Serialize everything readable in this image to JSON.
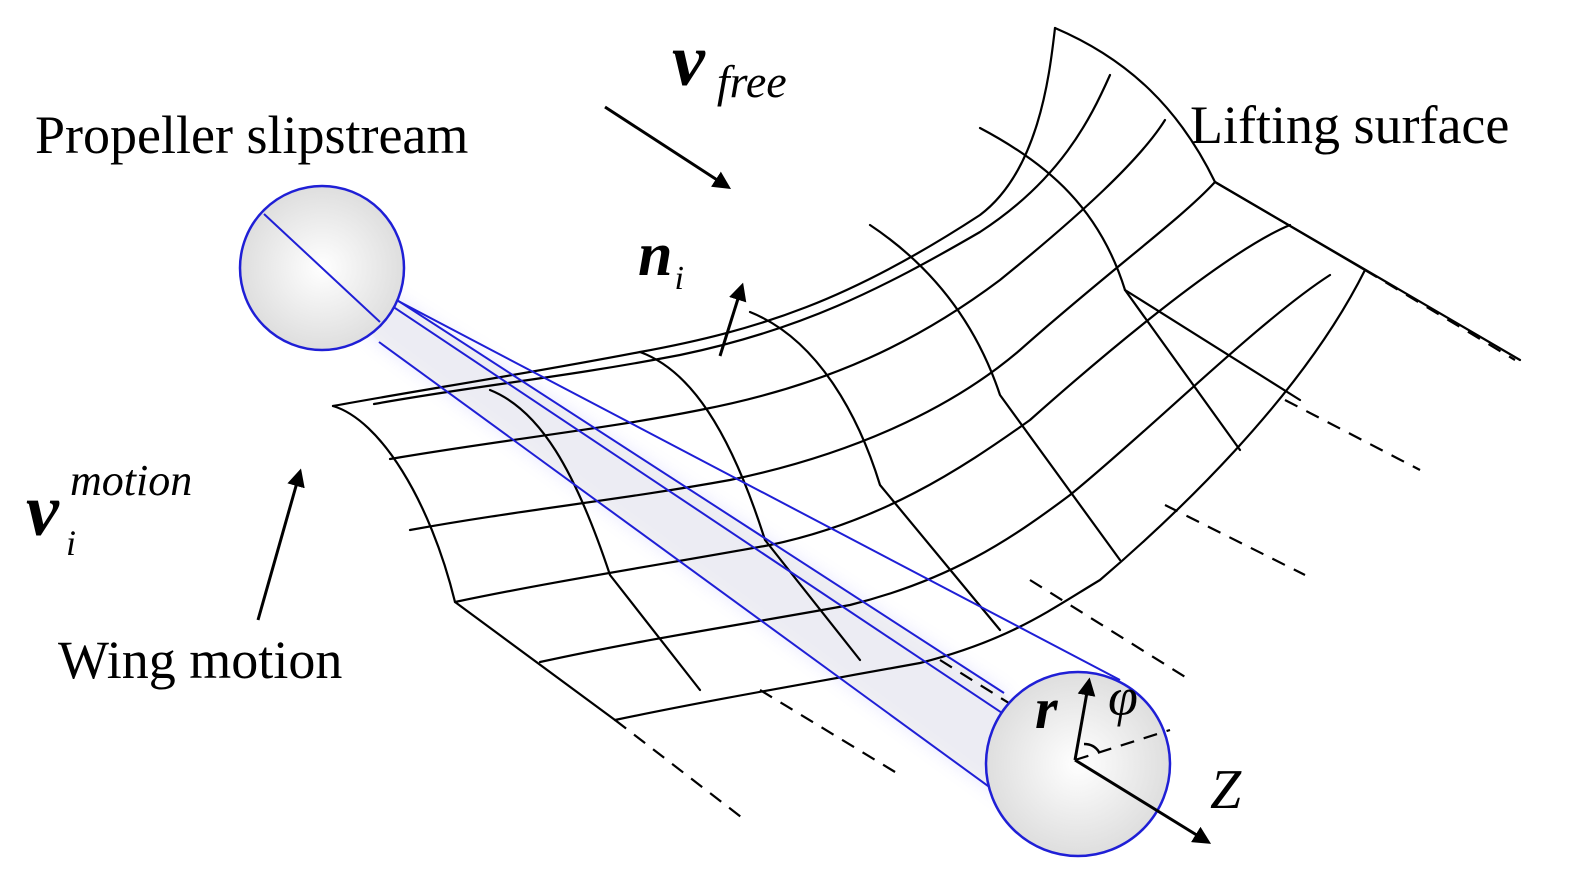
{
  "labels": {
    "v_free_symbol": "v",
    "v_free_subscript": "free",
    "propeller_slipstream": "Propeller slipstream",
    "lifting_surface": "Lifting surface",
    "normal_symbol": "n",
    "normal_subscript": "i",
    "v_motion_symbol": "v",
    "v_motion_superscript": "motion",
    "v_motion_subscript": "i",
    "wing_motion": "Wing motion",
    "radius_symbol": "r",
    "phi_symbol": "φ",
    "z_axis": "Z"
  },
  "colors": {
    "mesh": "#000000",
    "slipstream_outline": "#1f1fd6",
    "slipstream_glow": "#c8c8ff",
    "slipstream_fill": "#e8e8e8"
  }
}
